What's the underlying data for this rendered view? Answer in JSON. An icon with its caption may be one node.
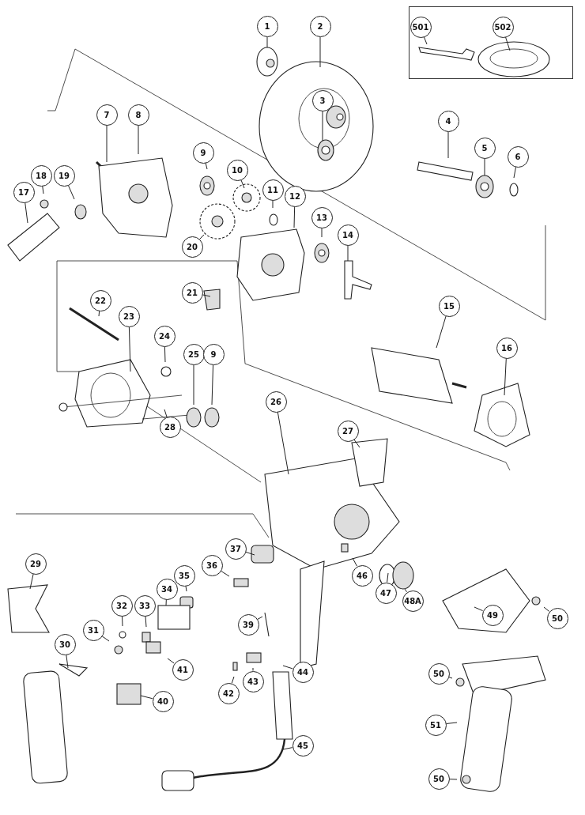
{
  "diagram": {
    "nodes": [
      {
        "text": [
          "1"
        ]
      },
      {
        "text": [
          "2"
        ]
      },
      {
        "text": [],
        "shape": "box"
      },
      {
        "text": [
          "501"
        ],
        "in": 2
      },
      {
        "text": [
          "502"
        ],
        "in": 2
      },
      {
        "text": [
          "3"
        ]
      },
      {
        "text": [
          "4"
        ]
      },
      {
        "text": [
          "7"
        ]
      },
      {
        "text": [
          "8"
        ]
      },
      {
        "text": [
          "5"
        ]
      },
      {
        "text": [
          "6"
        ]
      },
      {
        "text": [
          "9"
        ]
      },
      {
        "text": [
          "10"
        ]
      },
      {
        "text": [
          "18"
        ]
      },
      {
        "text": [
          "19"
        ]
      },
      {
        "text": [
          "17"
        ]
      },
      {
        "text": [
          "11"
        ]
      },
      {
        "text": [
          "12"
        ]
      },
      {
        "text": [
          "13"
        ]
      },
      {
        "text": [
          "14"
        ]
      },
      {
        "text": [
          "20"
        ]
      },
      {
        "text": [
          "21"
        ]
      },
      {
        "text": [
          "15"
        ]
      },
      {
        "text": [
          "22"
        ]
      },
      {
        "text": [
          "23"
        ]
      },
      {
        "text": [
          "24"
        ]
      },
      {
        "text": [
          "25"
        ]
      },
      {
        "text": [
          "9"
        ]
      },
      {
        "text": [
          "16"
        ]
      },
      {
        "text": [
          "26"
        ]
      },
      {
        "text": [
          "27"
        ]
      },
      {
        "text": [
          "28"
        ]
      },
      {
        "text": [
          "29"
        ]
      },
      {
        "text": [
          "37"
        ]
      },
      {
        "text": [
          "36"
        ]
      },
      {
        "text": [
          "35"
        ]
      },
      {
        "text": [
          "34"
        ]
      },
      {
        "text": [
          "33"
        ]
      },
      {
        "text": [
          "32"
        ]
      },
      {
        "text": [
          "46"
        ]
      },
      {
        "text": [
          "47"
        ]
      },
      {
        "text": [
          "48A"
        ]
      },
      {
        "text": [
          "39"
        ]
      },
      {
        "text": [
          "31"
        ]
      },
      {
        "text": [
          "30"
        ]
      },
      {
        "text": [
          "49"
        ]
      },
      {
        "text": [
          "50"
        ]
      },
      {
        "text": [
          "41"
        ]
      },
      {
        "text": [
          "42"
        ]
      },
      {
        "text": [
          "43"
        ]
      },
      {
        "text": [
          "44"
        ]
      },
      {
        "text": [
          "40"
        ]
      },
      {
        "text": [
          "50"
        ]
      },
      {
        "text": [
          "51"
        ]
      },
      {
        "text": [
          "45"
        ]
      },
      {
        "text": [
          "50"
        ]
      }
    ],
    "edges": [
      {
        "from": 0,
        "to": null,
        "arrow": "none"
      },
      {
        "from": 1,
        "to": null,
        "arrow": "none"
      },
      {
        "from": 3,
        "to": null,
        "arrow": "none"
      },
      {
        "from": 4,
        "to": null,
        "arrow": "none"
      },
      {
        "from": 5,
        "to": null,
        "arrow": "none"
      },
      {
        "from": 6,
        "to": null,
        "arrow": "none"
      },
      {
        "from": 7,
        "to": null,
        "arrow": "none"
      },
      {
        "from": 8,
        "to": null,
        "arrow": "none"
      },
      {
        "from": 9,
        "to": null,
        "arrow": "none"
      },
      {
        "from": 10,
        "to": null,
        "arrow": "none"
      },
      {
        "from": 11,
        "to": null,
        "arrow": "none"
      },
      {
        "from": 12,
        "to": null,
        "arrow": "none"
      },
      {
        "from": 13,
        "to": null,
        "arrow": "none"
      },
      {
        "from": 14,
        "to": null,
        "arrow": "none"
      },
      {
        "from": 15,
        "to": null,
        "arrow": "none"
      },
      {
        "from": 16,
        "to": null,
        "arrow": "none"
      },
      {
        "from": 17,
        "to": null,
        "arrow": "none"
      },
      {
        "from": 18,
        "to": null,
        "arrow": "none"
      },
      {
        "from": 19,
        "to": null,
        "arrow": "none"
      },
      {
        "from": 20,
        "to": null,
        "arrow": "none"
      },
      {
        "from": 21,
        "to": null,
        "arrow": "none"
      },
      {
        "from": 22,
        "to": null,
        "arrow": "none"
      },
      {
        "from": 23,
        "to": null,
        "arrow": "none"
      },
      {
        "from": 24,
        "to": null,
        "arrow": "none"
      },
      {
        "from": 25,
        "to": null,
        "arrow": "none"
      },
      {
        "from": 26,
        "to": null,
        "arrow": "none"
      },
      {
        "from": 27,
        "to": null,
        "arrow": "none"
      },
      {
        "from": 28,
        "to": null,
        "arrow": "none"
      },
      {
        "from": 29,
        "to": null,
        "arrow": "none"
      },
      {
        "from": 30,
        "to": null,
        "arrow": "none"
      },
      {
        "from": 31,
        "to": null,
        "arrow": "none"
      },
      {
        "from": 32,
        "to": null,
        "arrow": "none"
      },
      {
        "from": 33,
        "to": null,
        "arrow": "none"
      },
      {
        "from": 34,
        "to": null,
        "arrow": "none"
      },
      {
        "from": 35,
        "to": null,
        "arrow": "none"
      },
      {
        "from": 36,
        "to": null,
        "arrow": "none"
      },
      {
        "from": 37,
        "to": null,
        "arrow": "none"
      },
      {
        "from": 38,
        "to": null,
        "arrow": "none"
      },
      {
        "from": 39,
        "to": null,
        "arrow": "none"
      },
      {
        "from": 40,
        "to": null,
        "arrow": "none"
      },
      {
        "from": 41,
        "to": null,
        "arrow": "none"
      },
      {
        "from": 42,
        "to": null,
        "arrow": "none"
      },
      {
        "from": 43,
        "to": null,
        "arrow": "none"
      },
      {
        "from": 44,
        "to": null,
        "arrow": "none"
      },
      {
        "from": 45,
        "to": null,
        "arrow": "none"
      },
      {
        "from": 46,
        "to": null,
        "arrow": "none"
      },
      {
        "from": 47,
        "to": null,
        "arrow": "none"
      },
      {
        "from": 48,
        "to": null,
        "arrow": "none"
      },
      {
        "from": 49,
        "to": null,
        "arrow": "none"
      },
      {
        "from": 50,
        "to": null,
        "arrow": "none"
      },
      {
        "from": 51,
        "to": null,
        "arrow": "none"
      },
      {
        "from": 52,
        "to": null,
        "arrow": "none"
      },
      {
        "from": 53,
        "to": null,
        "arrow": "none"
      },
      {
        "from": 54,
        "to": null,
        "arrow": "none"
      },
      {
        "from": 55,
        "to": null,
        "arrow": "none"
      }
    ]
  }
}
